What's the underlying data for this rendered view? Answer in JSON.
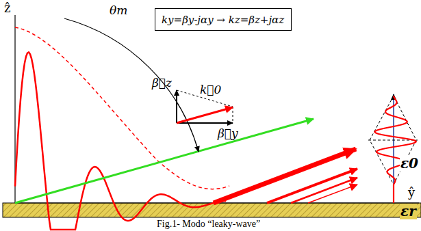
{
  "diagram": {
    "caption": "Fig.1- Modo “leaky-wave”",
    "nodes": [
      {
        "text": [
          "ky=βy-jαy → kz=βz+jαz"
        ]
      }
    ],
    "labels": [
      "ẑ",
      "θm",
      "β⃗z",
      "k⃗0",
      "β⃗y",
      "ε0",
      "ŷ",
      "εr"
    ]
  }
}
